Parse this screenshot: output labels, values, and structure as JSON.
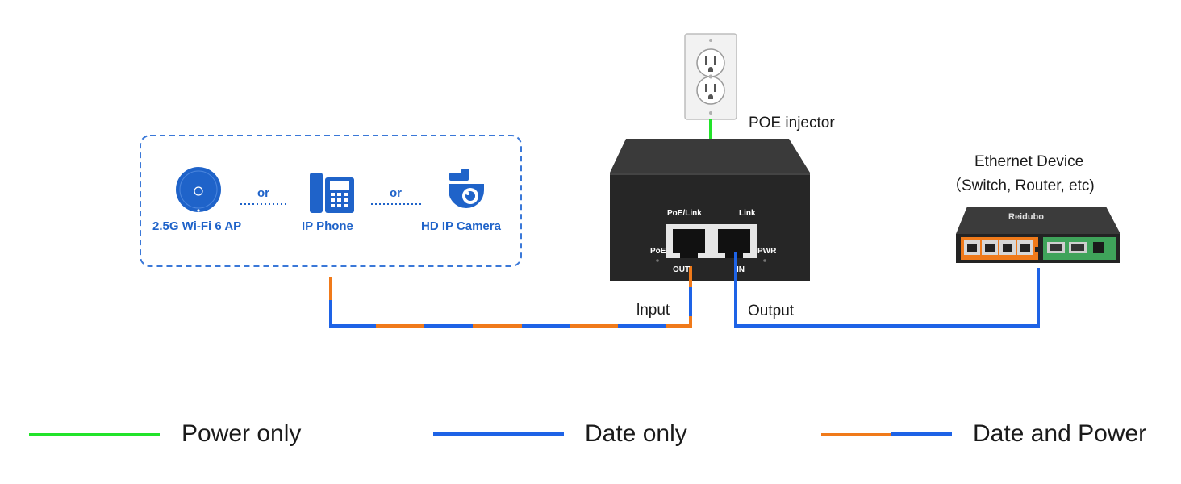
{
  "devices": {
    "ap_label": "2.5G Wi-Fi 6 AP",
    "phone_label": "IP Phone",
    "camera_label": "HD IP Camera",
    "or_1": "or",
    "or_2": "or"
  },
  "injector": {
    "title": "POE injector",
    "port_left_top": "PoE/Link",
    "port_right_top": "Link",
    "side_left": "PoE",
    "side_right": "PWR",
    "port_left_bottom": "OUT",
    "port_right_bottom": "IN"
  },
  "ethernet_device": {
    "title": "Ethernet Device",
    "subtitle": "（Switch, Router, etc)",
    "brand": "Reidubo"
  },
  "connections": {
    "input_label": "lnput",
    "output_label": "Output"
  },
  "legend": {
    "power_only": "Power only",
    "data_only": "Date only",
    "data_and_power": "Date and Power"
  },
  "colors": {
    "power": "#22e32a",
    "data": "#1e63e6",
    "power_and_data": "#f07a1a",
    "device_blue": "#1f63c9"
  }
}
